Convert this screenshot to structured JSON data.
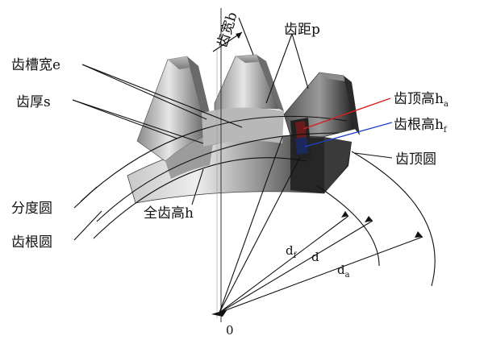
{
  "labels": {
    "tooth_width_b": "齿宽b",
    "pitch_p": "齿距p",
    "space_width_e": "齿槽宽e",
    "thickness_s": "齿厚s",
    "addendum_ha_main": "齿顶高h",
    "addendum_ha_sub": "a",
    "dedendum_hf_main": "齿根高h",
    "dedendum_hf_sub": "f",
    "tip_circle": "齿顶圆",
    "pitch_circle": "分度圆",
    "root_circle": "齿根圆",
    "whole_depth_h": "全齿高h",
    "df_main": "d",
    "df_sub": "f",
    "d": "d",
    "da_main": "d",
    "da_sub": "a",
    "origin": "0"
  },
  "colors": {
    "addendum_line": "#d42020",
    "dedendum_line": "#2040c8",
    "ink": "#111111"
  }
}
